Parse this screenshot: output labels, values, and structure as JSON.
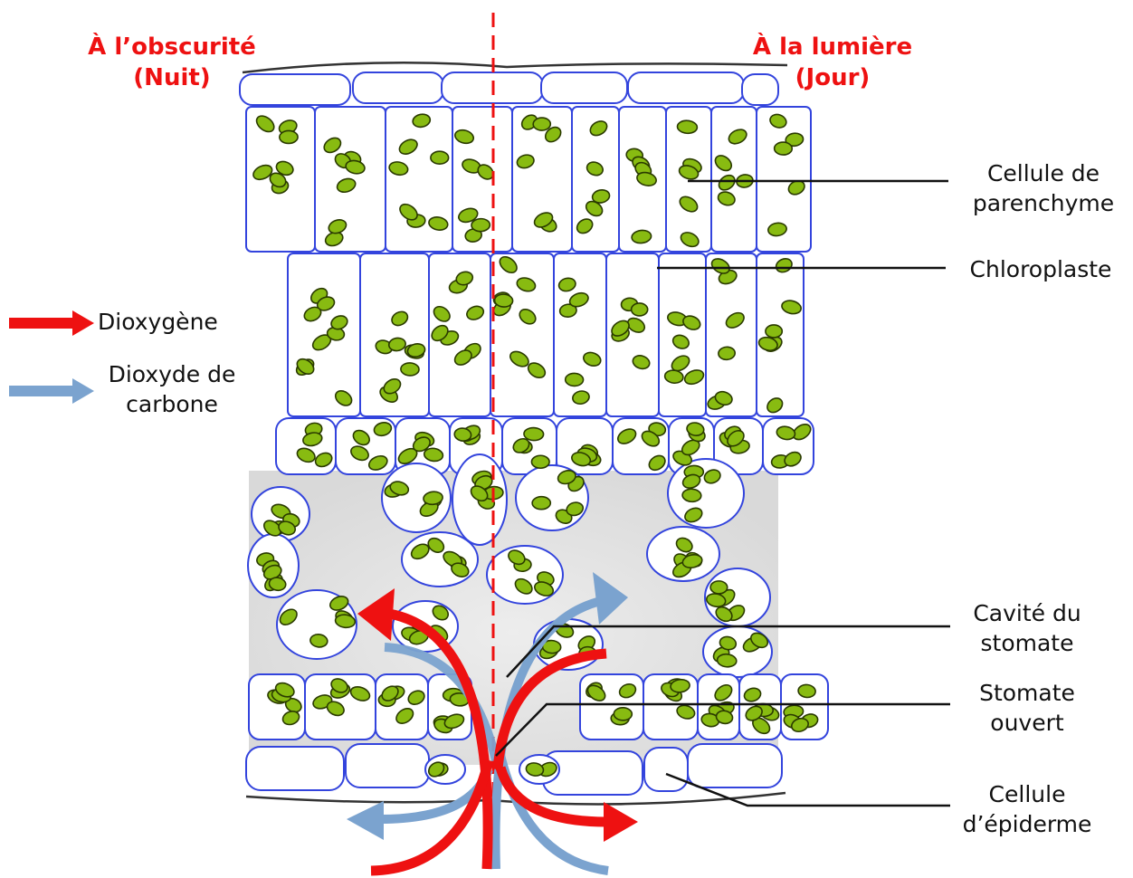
{
  "titles": {
    "left_line1": "À l’obscurité",
    "left_line2": "(Nuit)",
    "right_line1": "À la lumière",
    "right_line2": "(Jour)"
  },
  "legend": {
    "oxygen": "Dioxygène",
    "co2_line1": "Dioxyde de",
    "co2_line2": "carbone"
  },
  "labels": {
    "parenchyma_1": "Cellule de",
    "parenchyma_2": "parenchyme",
    "chloroplast": "Chloroplaste",
    "cavity_1": "Cavité du",
    "cavity_2": "stomate",
    "stomata_1": "Stomate",
    "stomata_2": "ouvert",
    "epidermis_1": "Cellule",
    "epidermis_2": "d’épiderme"
  },
  "colors": {
    "title_red": "#ee1111",
    "oxygen_arrow": "#ee1111",
    "co2_arrow": "#7ba3cf",
    "cell_outline": "#3344dd",
    "chloroplast_fill": "#88bb11",
    "chloroplast_outline": "#2a3a00",
    "mesophyll_space": "#e4e4e4"
  }
}
